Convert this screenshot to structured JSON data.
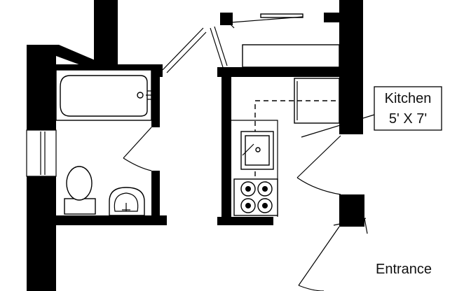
{
  "rooms": {
    "kitchen": {
      "name": "Kitchen",
      "dimensions": "5' X 7'"
    },
    "entrance": {
      "name": "Entrance"
    }
  }
}
